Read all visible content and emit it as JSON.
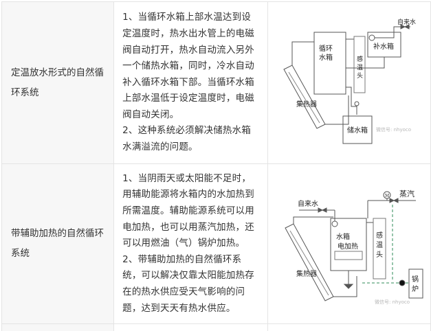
{
  "rows": [
    {
      "name": "定温放水形式的自然循环系统",
      "desc_lines": [
        "1、当循环水箱上部水温达到设",
        "定温度时，热水出水管上的电磁",
        "阀自动打开，热水自动流入另外",
        "一个储热水箱，同时，冷水自动",
        "补入循环水箱下部。当循环水箱",
        "上部水温低于设定温度时，电磁",
        "阀自动关闭。",
        "2、这种系统必须解决储热水箱",
        "水满溢流的问题。"
      ],
      "figure": {
        "cold_water": "自来水",
        "loop_tank_1": "循环",
        "loop_tank_2": "水箱",
        "refill_tank": "补水箱",
        "sensor_1": "感",
        "sensor_2": "温",
        "sensor_3": "头",
        "collector": "集热器",
        "storage_tank": "储水箱",
        "watermark": "微信号: nhyoco"
      }
    },
    {
      "name": "带辅助加热的自然循环系统",
      "desc_lines": [
        "1、当阴雨天或太阳能不足时，",
        "用辅助能源将水箱内的水加热到",
        "所需温度。辅助能源系统可以用",
        "电加热，也可以用蒸汽加热，还",
        "可以用燃油（气）锅炉加热。",
        "2、带辅助加热的自然循环系",
        "统，可以解决仅靠太阳能加热存",
        "在的热水供应受天气影响的问",
        "题，达到天天有热水供应。"
      ],
      "figure": {
        "cold_water": "自来水",
        "steam": "蒸汽",
        "valve_mark": "M",
        "tank": "水箱",
        "electric_heating": "电加热",
        "sensor_1": "感",
        "sensor_2": "温",
        "sensor_3": "头",
        "collector": "集热器",
        "boiler_1": "锅",
        "boiler_2": "炉",
        "watermark": "微信号: nhyoco"
      }
    }
  ]
}
